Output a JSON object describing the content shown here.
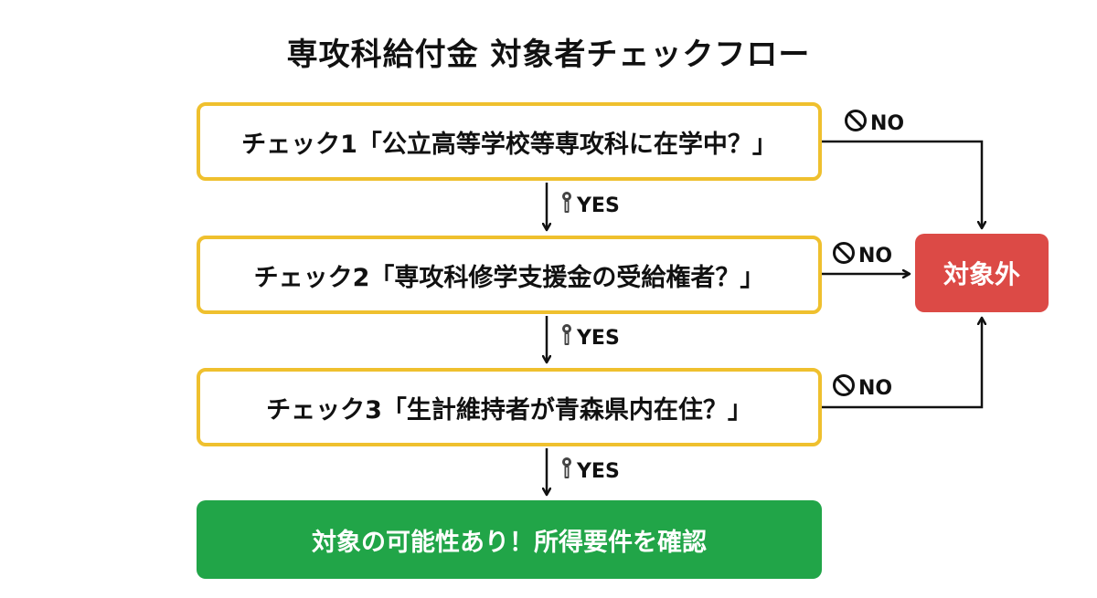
{
  "title": "専攻科給付金 対象者チェックフロー",
  "checks": [
    {
      "label": "チェック1「公立高等学校等専攻科に在学中？」"
    },
    {
      "label": "チェック2「専攻科修学支援金の受給権者？」"
    },
    {
      "label": "チェック3「生計維持者が青森県内在住？」"
    }
  ],
  "result_yes": "対象の可能性あり！所得要件を確認",
  "result_no": "対象外",
  "yes_label": "YES",
  "no_label": "NO",
  "colors": {
    "check_border": "#efc02e",
    "result_yes_bg": "#21a548",
    "result_no_bg": "#dc4a46",
    "text": "#111111"
  },
  "icons": {
    "yes": "key-icon",
    "no": "prohibited-icon"
  }
}
